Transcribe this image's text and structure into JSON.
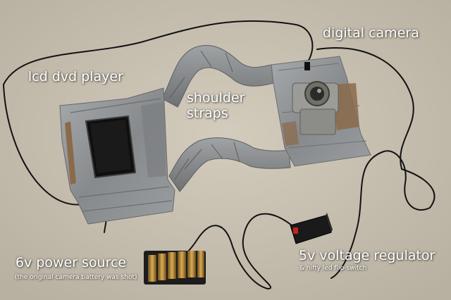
{
  "labels": {
    "dvd_player": "lcd dvd player",
    "shoulder_line1": "shoulder",
    "shoulder_line2": "straps",
    "digital_camera": "digital camera",
    "power_source": "6v power source",
    "power_note": "(the original camera battery was shot)",
    "voltage_regulator": "5v voltage regulator",
    "regulator_note": "& nifty led flip-switch"
  },
  "colors": {
    "carpet": "#c9c2b3",
    "duct_tape": "#8f9294",
    "cardboard": "#8a6a4a",
    "screen": "#101010",
    "wire": "#121212",
    "switch_box": "#1a1a1a",
    "switch_led": "#c0271f",
    "battery": "#b58a3a",
    "label_text": "#ffffff"
  }
}
